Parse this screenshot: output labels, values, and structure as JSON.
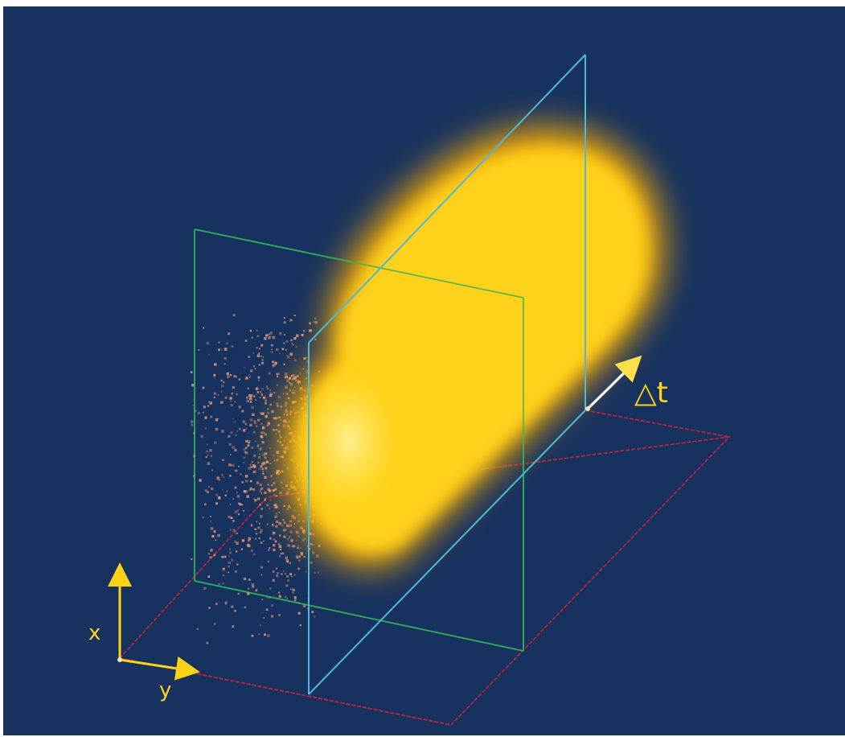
{
  "colors": {
    "background": "#17325f",
    "plume_core": "#ffd21a",
    "plume_glow": "#ffb000",
    "scatter_particles": "#f29a78",
    "cyan_plane": "#4fb8d8",
    "green_plane": "#2fae5a",
    "red_plane": "#c8243a",
    "axis_arrows": "#ffd21a",
    "dt_arrow": "#ffffff"
  },
  "labels": {
    "x_axis": "x",
    "y_axis": "y",
    "delta_t": "△t"
  },
  "icons": {
    "x_axis_arrow": "arrow-up-icon",
    "y_axis_arrow": "arrow-right-icon",
    "dt_arrow": "arrow-diagonal-icon"
  }
}
